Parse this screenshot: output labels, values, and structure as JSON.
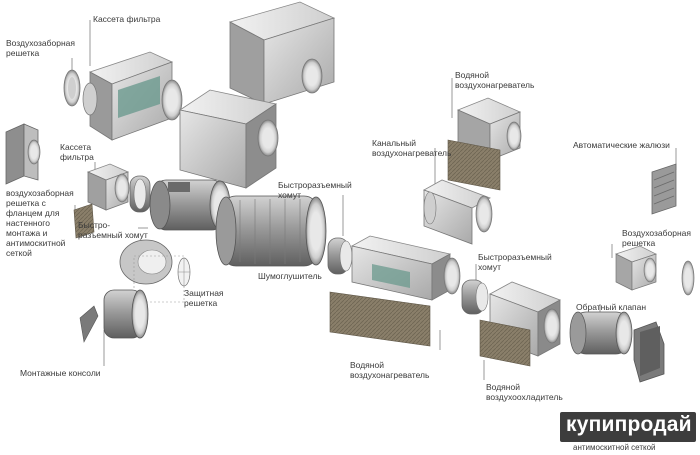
{
  "labels": {
    "filter_cassette_top": "Кассета фильтра",
    "intake_grille_top": "Воздухозаборная\nрешетка",
    "filter_cassette_left": "Кассета\nфильтра",
    "wall_intake_grille": "воздухозаборная\nрешетка с\nфланцем для\nнастенного\nмонтажа и\nантимоскитной\nсеткой",
    "quick_clamp_left": "Быстро-\nразъемный хомут",
    "silencer": "Шумоглушитель",
    "quick_clamp_center": "Быстроразъемный\nхомут",
    "protective_grille": "Защитная\nрешетка",
    "mounting_brackets": "Монтажные консоли",
    "water_heater_top": "Водяной\nвоздухонагреватель",
    "duct_heater": "Канальный\nвоздухонагреватель",
    "auto_louvres": "Автоматические жалюзи",
    "quick_clamp_right": "Быстроразъемный\nхомут",
    "intake_grille_right": "Воздухозаборная\nрешетка",
    "check_valve": "Обратный клапан",
    "water_heater_bottom": "Водяной\nвоздухонагреватель",
    "water_cooler": "Водяной\nвоздухоохладитель"
  },
  "watermark": {
    "brand": "купипродай",
    "caption": "антимоскитной сеткой"
  },
  "colors": {
    "metal_light": "#d9d9d9",
    "metal_mid": "#b5b5b5",
    "metal_dark": "#7d7d7d",
    "filter_panel": "#8a7f6a",
    "leader": "#555555",
    "watermark_bg": "#3d3d3d"
  }
}
